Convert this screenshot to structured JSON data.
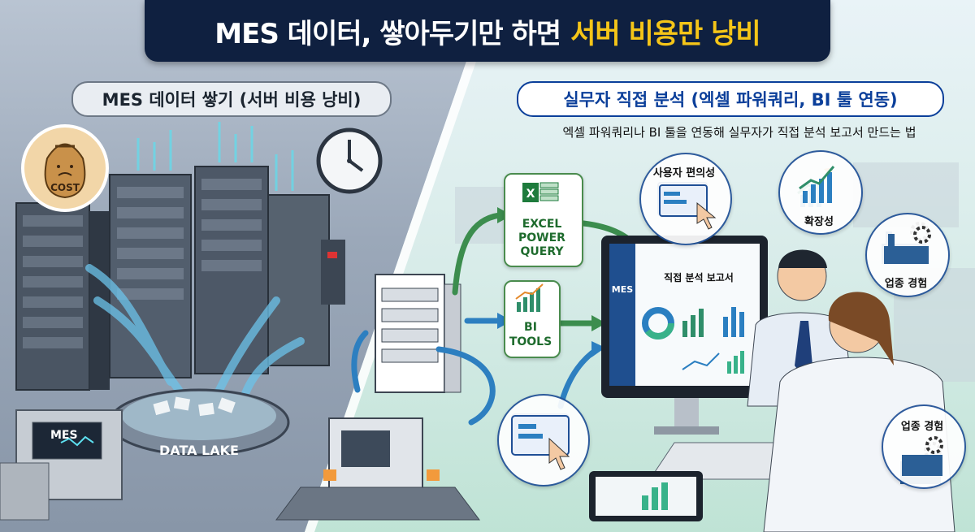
{
  "headline": {
    "main": "MES 데이터, 쌓아두기만 하면",
    "highlight": "서버 비용만 낭비"
  },
  "left": {
    "title": "MES 데이터 쌓기 (서버 비용 낭비)",
    "cost_label": "COST",
    "data_lake_label": "DATA LAKE",
    "mes_label": "MES"
  },
  "right": {
    "title": "실무자 직접 분석 (엑셀 파워쿼리, BI 툴 연동)",
    "subtitle": "엑셀 파워쿼리나 BI 툴을 연동해 실무자가 직접 분석 보고서 만드는 법",
    "excel_tool": {
      "line1": "EXCEL",
      "line2": "POWER",
      "line3": "QUERY"
    },
    "bi_tool": {
      "line1": "BI",
      "line2": "TOOLS"
    },
    "monitor_title": "직접 분석 보고서",
    "monitor_side": "MES",
    "cards": {
      "usability": "사용자 편의성",
      "scalability": "확장성",
      "industry1": "업종 경험",
      "industry2": "업종 경험"
    }
  },
  "colors": {
    "navy": "#0f2040",
    "gold": "#f5c518",
    "blue": "#0b3f9a",
    "green": "#4a8c4e"
  }
}
